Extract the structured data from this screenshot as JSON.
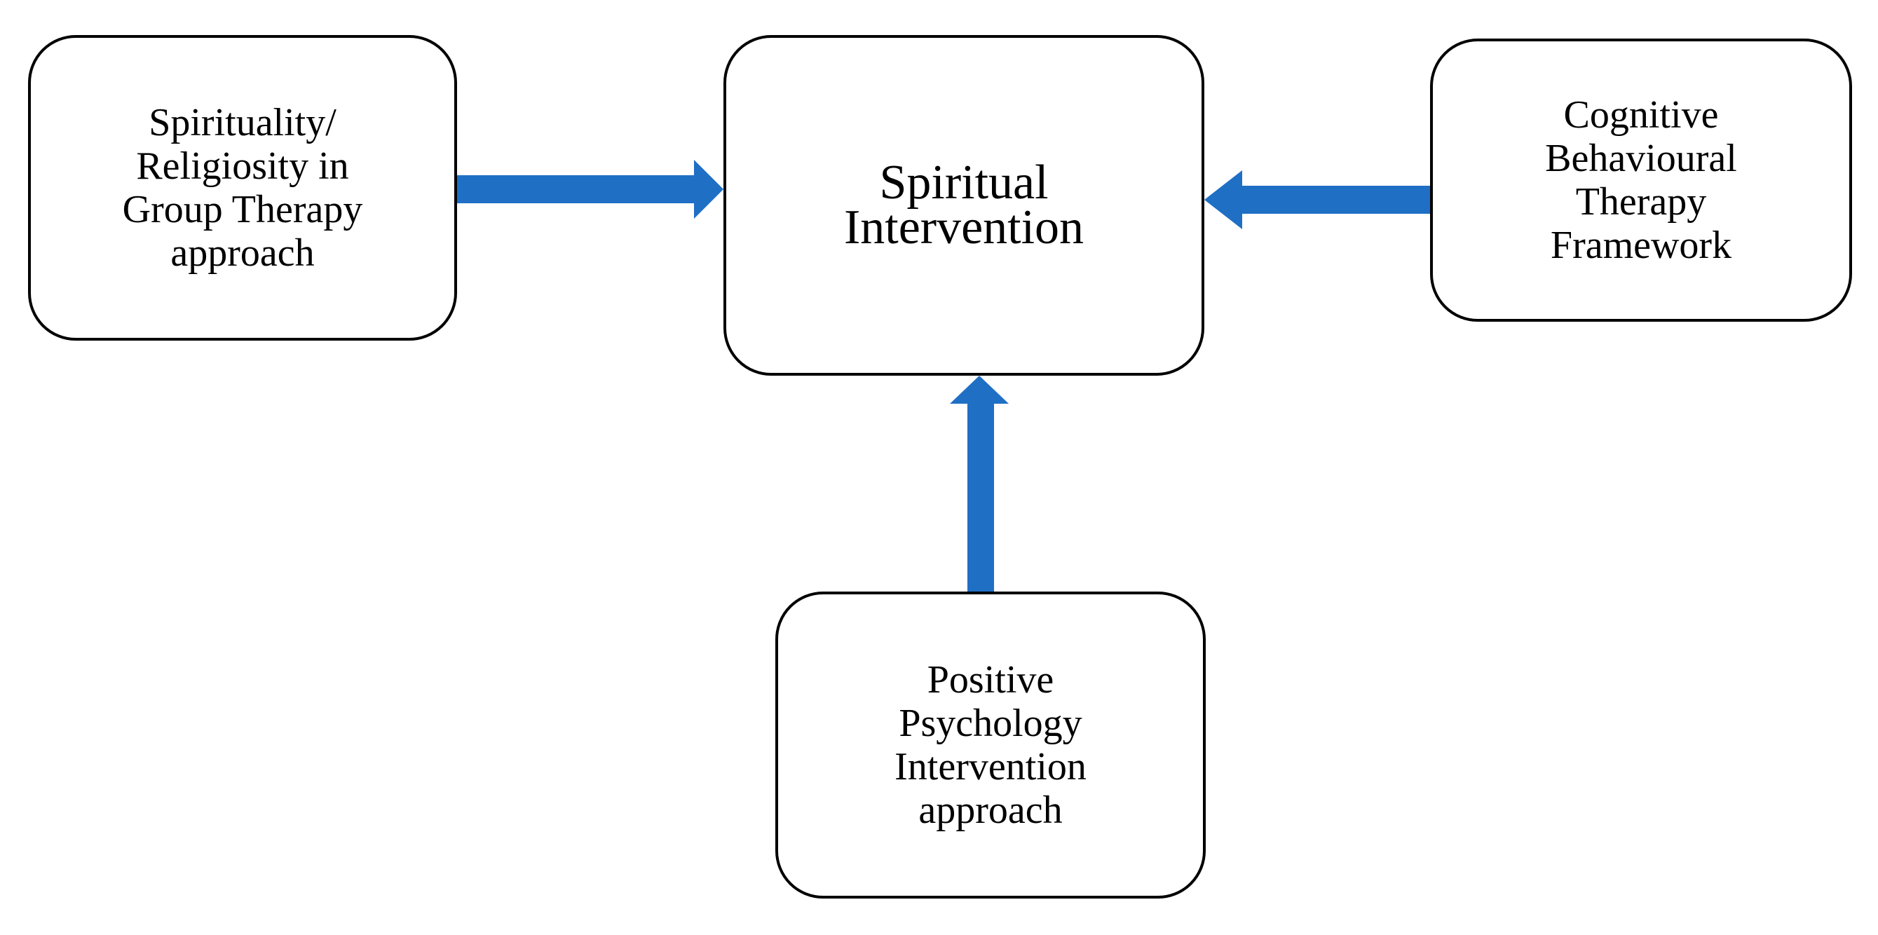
{
  "diagram": {
    "center": {
      "lines": [
        "Spiritual",
        "Intervention"
      ]
    },
    "left": {
      "lines": [
        "Spirituality/",
        "Religiosity in",
        "Group Therapy",
        "approach"
      ]
    },
    "right": {
      "lines": [
        "Cognitive",
        "Behavioural",
        "Therapy",
        "Framework"
      ]
    },
    "bottom": {
      "lines": [
        "Positive",
        "Psychology",
        "Intervention",
        "approach"
      ]
    },
    "arrow_color": "#1F6FC5",
    "arrows": [
      {
        "from": "left",
        "to": "center"
      },
      {
        "from": "right",
        "to": "center"
      },
      {
        "from": "bottom",
        "to": "center"
      }
    ]
  }
}
